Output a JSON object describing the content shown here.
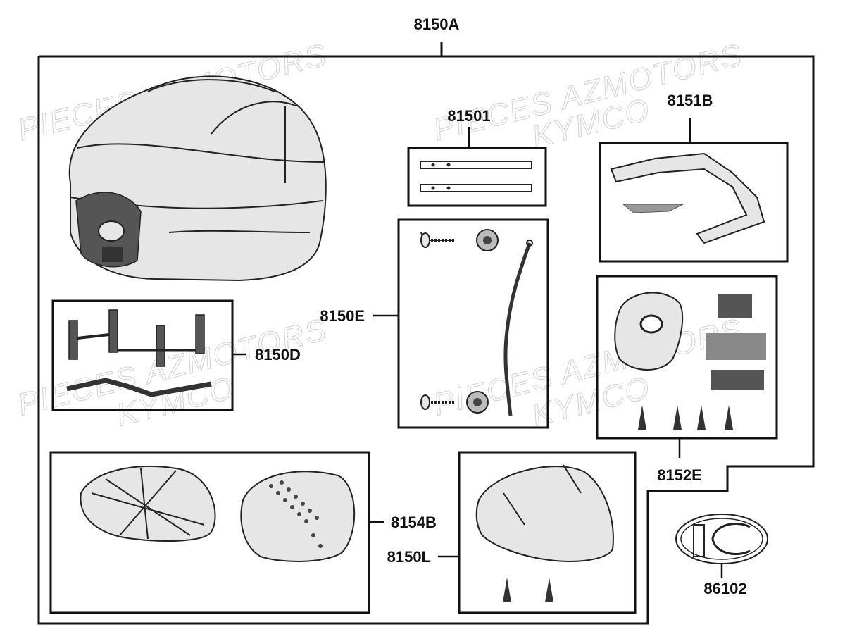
{
  "diagram": {
    "labels": {
      "top_box": "8150A",
      "strips": "81501",
      "hardware": "8150E",
      "bracket": "8150D",
      "rail": "8151B",
      "lock_set": "8152E",
      "inner_tray": "8154B",
      "lid_cover": "8150L",
      "emblem": "86102"
    },
    "watermarks": {
      "line1": "PIECES AZMOTORS",
      "line2": "KYMCO"
    }
  }
}
